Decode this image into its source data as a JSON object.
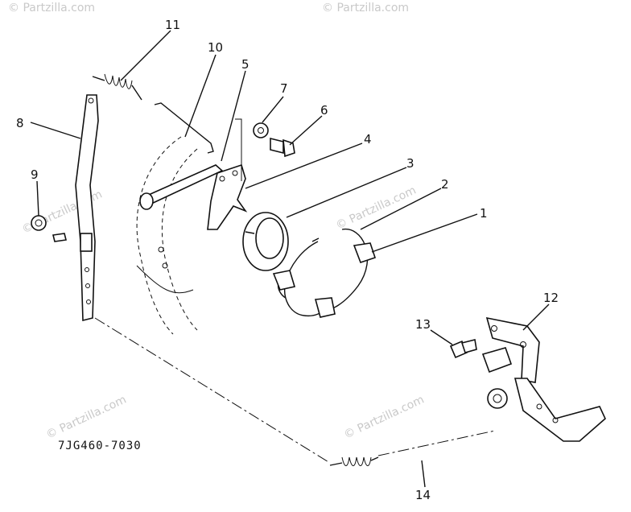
{
  "diagram": {
    "callouts": [
      "1",
      "2",
      "3",
      "4",
      "5",
      "6",
      "7",
      "8",
      "9",
      "10",
      "11",
      "12",
      "13",
      "14"
    ],
    "part_code": "7JG460-7030",
    "watermark": "© Partzilla.com"
  }
}
